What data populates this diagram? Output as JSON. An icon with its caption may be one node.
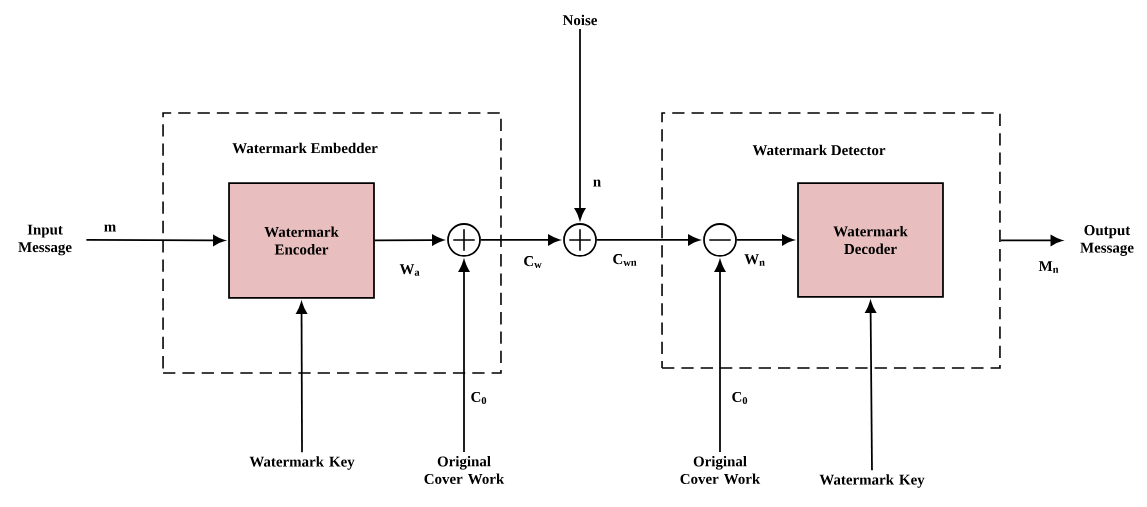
{
  "diagram": {
    "nodes": [
      {
        "text": [
          "Watermark Embedder"
        ]
      },
      {
        "text": [
          "Watermark Encoder"
        ],
        "in": 0
      },
      {
        "text": [],
        "shape": "circle",
        "in": 0
      },
      {
        "text": [],
        "shape": "circle"
      },
      {
        "text": [
          "Watermark Detector"
        ]
      },
      {
        "text": [],
        "shape": "circle",
        "in": 4
      },
      {
        "text": [
          "Watermark Decoder"
        ],
        "in": 4
      },
      {
        "text": [
          "Noise"
        ]
      },
      {
        "text": [
          "Input Message"
        ]
      },
      {
        "text": [
          "Output Message"
        ]
      },
      {
        "text": [
          "Watermark Key"
        ]
      },
      {
        "text": [
          "Original Cover Work"
        ]
      },
      {
        "text": [
          "Original Cover Work"
        ]
      },
      {
        "text": [
          "Watermark Key"
        ]
      }
    ],
    "edges": [
      {
        "from": 8,
        "to": 1,
        "arrow": "to",
        "label": "m"
      },
      {
        "from": 1,
        "to": 2,
        "arrow": "to",
        "label": "W$_{a}$"
      },
      {
        "from": 11,
        "to": 2,
        "arrow": "to",
        "label": "C$_{0}$"
      },
      {
        "from": 2,
        "to": 3,
        "arrow": "to",
        "label": "C$_{w}$"
      },
      {
        "from": 7,
        "to": 3,
        "arrow": "to",
        "label": "n"
      },
      {
        "from": 3,
        "to": 5,
        "arrow": "to",
        "label": "C$_{wn}$"
      },
      {
        "from": 12,
        "to": 5,
        "arrow": "to",
        "label": "C$_{0}$"
      },
      {
        "from": 5,
        "to": 6,
        "arrow": "to",
        "label": "W$_{n}$"
      },
      {
        "from": 4,
        "to": 9,
        "arrow": "to",
        "label": "M$_{n}$"
      },
      {
        "from": 10,
        "to": 1,
        "arrow": "to"
      },
      {
        "from": 13,
        "to": 6,
        "arrow": "to"
      }
    ]
  }
}
